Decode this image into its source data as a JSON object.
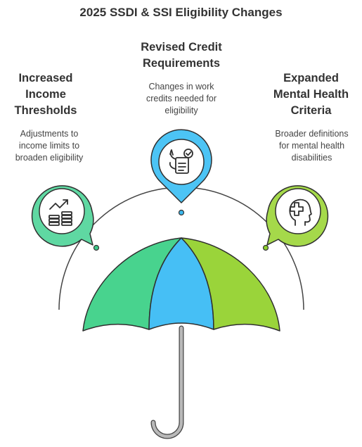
{
  "title": "2025 SSDI & SSI Eligibility Changes",
  "items": [
    {
      "heading": "Increased\nIncome\nThresholds",
      "description": "Adjustments to\nincome limits to\nbroaden eligibility",
      "icon": "income-growth-icon",
      "color": "#3ec98a"
    },
    {
      "heading": "Revised Credit\nRequirements",
      "description": "Changes in work\ncredits needed for\neligibility",
      "icon": "credit-checklist-icon",
      "color": "#3cb8ee"
    },
    {
      "heading": "Expanded\nMental Health\nCriteria",
      "description": "Broader definitions\nfor mental health\ndisabilities",
      "icon": "mental-health-icon",
      "color": "#8ccf2c"
    }
  ]
}
